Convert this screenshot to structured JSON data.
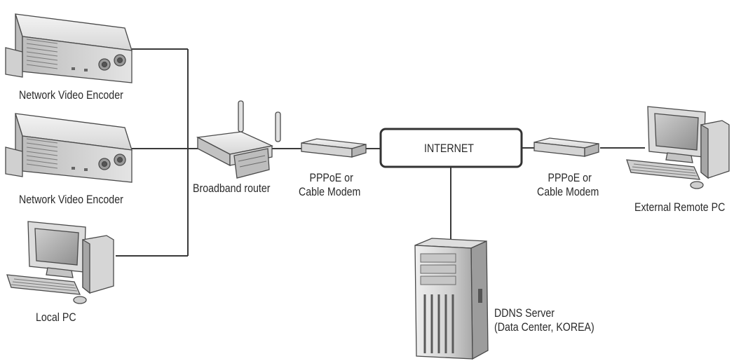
{
  "nodes": {
    "encoder_1": {
      "label": "Network Video Encoder"
    },
    "encoder_2": {
      "label": "Network Video Encoder"
    },
    "local_pc": {
      "label": "Local PC"
    },
    "router": {
      "label": "Broadband router"
    },
    "modem_left": {
      "line1": "PPPoE or",
      "line2": "Cable Modem"
    },
    "internet": {
      "label": "INTERNET"
    },
    "modem_right": {
      "line1": "PPPoE or",
      "line2": "Cable Modem"
    },
    "remote_pc": {
      "label": "External Remote PC"
    },
    "ddns_server": {
      "line1": "DDNS Server",
      "line2": "(Data Center, KOREA)"
    }
  },
  "colors": {
    "line": "#3a3a3a",
    "device_light": "#e9e9e9",
    "device_mid": "#c9c9c9",
    "device_dark": "#8a8a8a",
    "outline": "#4a4a4a"
  },
  "icons": {
    "encoder": "video-encoder-icon",
    "pc": "desktop-pc-icon",
    "router": "wireless-router-icon",
    "modem": "modem-icon",
    "server": "tower-server-icon"
  }
}
